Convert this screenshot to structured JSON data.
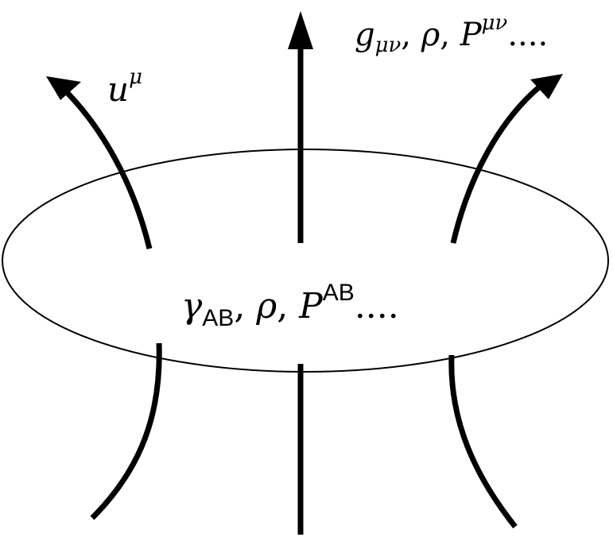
{
  "colors": {
    "background": "#ffffff",
    "stroke": "#000000"
  },
  "labels": {
    "velocity": {
      "symbol": "u",
      "index": "μ"
    },
    "bulk_fields": {
      "g_symbol": "g",
      "g_index": "μν",
      "sep_1": ", ",
      "rho": "ρ",
      "sep_2": ", ",
      "p_symbol": "P",
      "p_index": "μν",
      "ellipsis": "...."
    },
    "surface_fields": {
      "gamma_symbol": "γ",
      "gamma_index": "AB",
      "sep_1": ", ",
      "rho": "ρ",
      "sep_2": ", ",
      "p_symbol": "P",
      "p_index": "AB",
      "ellipsis": "...."
    }
  }
}
